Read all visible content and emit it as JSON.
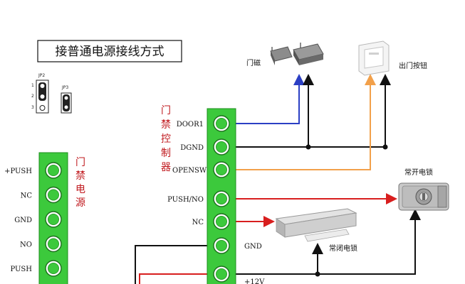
{
  "title": "接普通电源接线方式",
  "jumpers": {
    "jp2": {
      "label": "JP2",
      "pins": [
        "1",
        "2",
        "3"
      ]
    },
    "jp3": {
      "label": "JP3"
    }
  },
  "power_supply": {
    "name": [
      "门",
      "禁",
      "电",
      "源"
    ],
    "terminals": [
      "+PUSH",
      "NC",
      "GND",
      "NO",
      "PUSH"
    ]
  },
  "controller": {
    "name": [
      "门",
      "禁",
      "控",
      "制",
      "器"
    ],
    "terminals": [
      "DOOR1",
      "DGND",
      "OPENSW",
      "PUSH/NO",
      "NC",
      "GND",
      "+12V"
    ]
  },
  "devices": {
    "door_sensor": "门磁",
    "exit_button": "出门按钮",
    "normally_open_lock": "常开电锁",
    "normally_closed_lock": "常闭电锁"
  },
  "colors": {
    "blue_wire": "#2b3fc4",
    "black_wire": "#111111",
    "orange_wire": "#f2a04a",
    "red_wire": "#d81e1e",
    "terminal_green": "#3cc93c",
    "label_red": "#c0181d"
  }
}
